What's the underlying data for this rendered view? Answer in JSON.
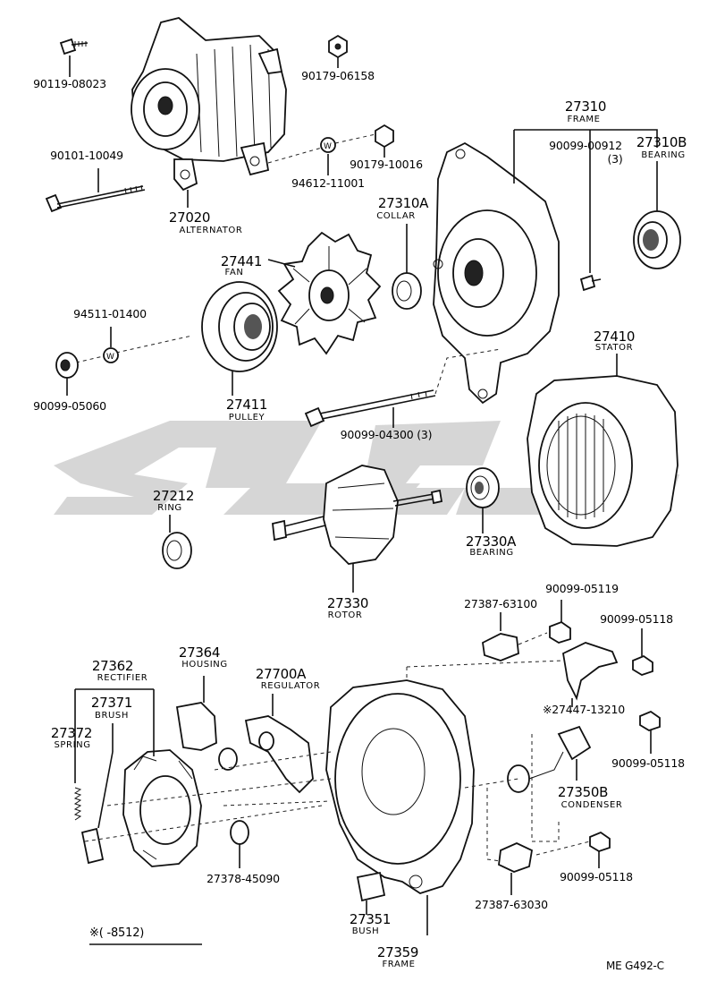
{
  "parts": {
    "p90119_08023": "90119-08023",
    "p90179_06158": "90179-06158",
    "p27310": "27310",
    "frame_top": "FRAME",
    "p90099_00912": "90099-00912",
    "qty_3a": "(3)",
    "p27310B": "27310B",
    "bearing_top": "BEARING",
    "p90101_10049": "90101-10049",
    "p90179_10016": "90179-10016",
    "p94612_11001": "94612-11001",
    "p27020": "27020",
    "alternator": "ALTERNATOR",
    "p27310A": "27310A",
    "collar": "COLLAR",
    "p27441": "27441",
    "fan": "FAN",
    "p94511_01400": "94511-01400",
    "p90099_05060": "90099-05060",
    "p27411": "27411",
    "pulley": "PULLEY",
    "p27410": "27410",
    "stator": "STATOR",
    "p90099_04300": "90099-04300 (3)",
    "p27212": "27212",
    "ring": "RING",
    "p27330A": "27330A",
    "bearing_mid": "BEARING",
    "p27330": "27330",
    "rotor": "ROTOR",
    "p90099_05119": "90099-05119",
    "p27387_63100": "27387-63100",
    "p90099_05118a": "90099-05118",
    "p27364": "27364",
    "housing": "HOUSING",
    "p27362": "27362",
    "rectifier": "RECTIFIER",
    "p27700A": "27700A",
    "regulator": "REGULATOR",
    "p27447_13210": "※27447-13210",
    "p27371": "27371",
    "brush": "BRUSH",
    "p27372": "27372",
    "spring": "SPRING",
    "p90099_05118b": "90099-05118",
    "p27350B": "27350B",
    "condenser": "CONDENSER",
    "p27378_45090": "27378-45090",
    "p90099_05118c": "90099-05118",
    "p27387_63030": "27387-63030",
    "p27351": "27351",
    "bush": "BUSH",
    "p27359": "27359",
    "frame_bottom": "FRAME"
  },
  "footnote": {
    "text": "※(        -8512)"
  },
  "figure_code": "ME  G492-C",
  "watermark_color": "#cfcfcf"
}
